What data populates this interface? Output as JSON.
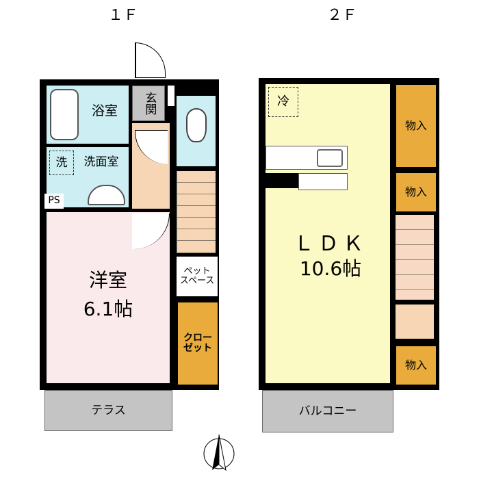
{
  "floors": [
    {
      "label": "１Ｆ",
      "rooms": {
        "bath": "浴室",
        "entrance": "玄関",
        "washroom": "洗面室",
        "washer": "洗",
        "ps": "PS",
        "western": "洋室",
        "western_size": "6.1帖",
        "pet": "ペット\nスペース",
        "closet": "クロー\nゼット",
        "terrace": "テラス"
      }
    },
    {
      "label": "２Ｆ",
      "rooms": {
        "fridge": "冷",
        "ldk": "ＬＤＫ",
        "ldk_size": "10.6帖",
        "storage1": "物入",
        "storage2": "物入",
        "storage3": "物入",
        "balcony": "バルコニー"
      }
    }
  ],
  "compass": "north-arrow"
}
